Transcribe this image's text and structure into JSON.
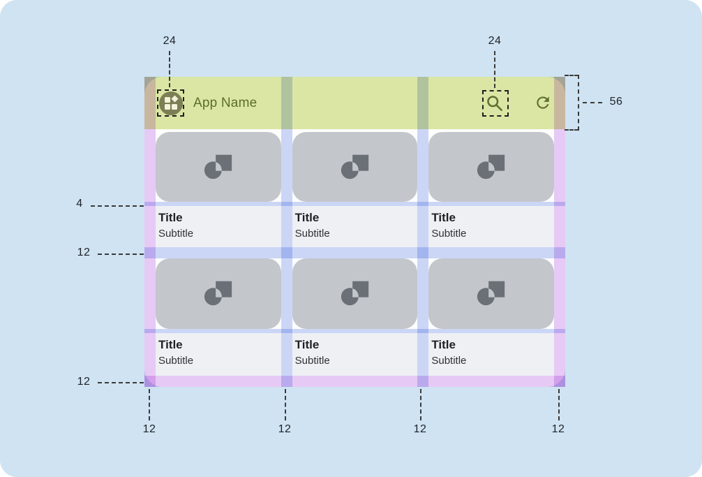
{
  "appbar": {
    "title": "App Name"
  },
  "cards": [
    {
      "title": "Title",
      "subtitle": "Subtitle"
    },
    {
      "title": "Title",
      "subtitle": "Subtitle"
    },
    {
      "title": "Title",
      "subtitle": "Subtitle"
    },
    {
      "title": "Title",
      "subtitle": "Subtitle"
    },
    {
      "title": "Title",
      "subtitle": "Subtitle"
    },
    {
      "title": "Title",
      "subtitle": "Subtitle"
    }
  ],
  "annotations": {
    "app_icon_size": "24",
    "search_icon_size": "24",
    "appbar_height": "56",
    "image_text_gap": "4",
    "row_gap": "12",
    "bottom_margin": "12",
    "bottom_edge_labels": [
      "12",
      "12",
      "12",
      "12"
    ]
  },
  "colors": {
    "canvas_bg": "#cfe3f2",
    "appbar_bg": "#dde8a5",
    "appbar_fg": "#5c6e2a",
    "margin_overlay": "#e9cbf6",
    "gutter_overlay": "#cdd8f7",
    "card_image_bg": "#c3c7cb",
    "card_icon": "#6b7077",
    "text_block_bg": "#eef0f4"
  }
}
